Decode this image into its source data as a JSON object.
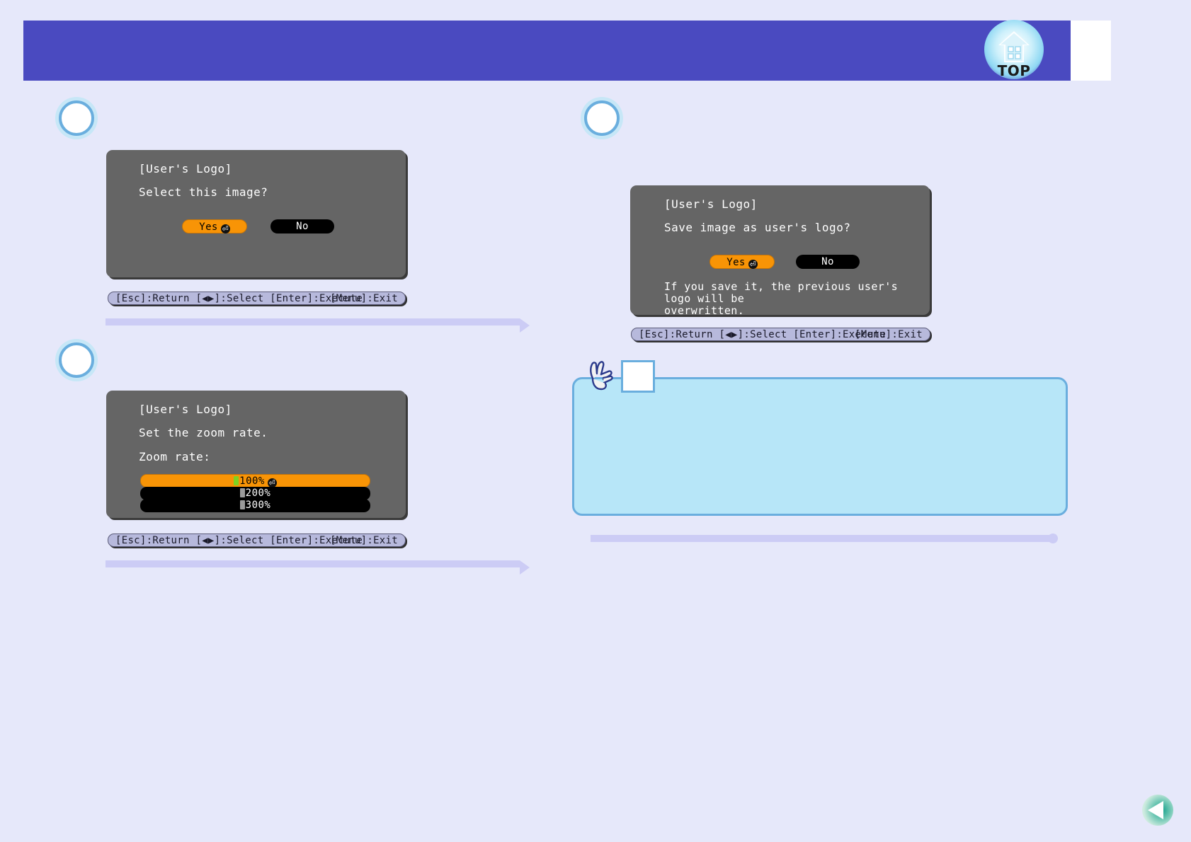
{
  "header": {
    "bar_color": "#4a4ac0",
    "top_badge": {
      "label": "TOP",
      "icon": "home-icon"
    }
  },
  "page_bg": "#e6e8fa",
  "steps": [
    {
      "id": "step-1",
      "dialog": {
        "title": "[User's Logo]",
        "message": "Select this image?",
        "buttons": [
          {
            "label": "Yes",
            "selected": true,
            "enter_hint": true
          },
          {
            "label": "No",
            "selected": false,
            "enter_hint": false
          }
        ]
      },
      "status_bar": {
        "left": "[Esc]:Return [◀▶]:Select [Enter]:Execute",
        "right": "[Menu]:Exit"
      }
    },
    {
      "id": "step-2",
      "dialog": {
        "title": "[User's Logo]",
        "message": "Set the zoom rate.",
        "field_label": "Zoom rate:",
        "options": [
          {
            "label": "100%",
            "selected": true,
            "enter_hint": true
          },
          {
            "label": "200%",
            "selected": false,
            "enter_hint": false
          },
          {
            "label": "300%",
            "selected": false,
            "enter_hint": false
          }
        ]
      },
      "status_bar": {
        "left": "[Esc]:Return [◀▶]:Select [Enter]:Execute",
        "right": "[Menu]:Exit"
      }
    },
    {
      "id": "step-3",
      "dialog": {
        "title": "[User's Logo]",
        "message": "Save image as user's logo?",
        "buttons": [
          {
            "label": "Yes",
            "selected": true,
            "enter_hint": true
          },
          {
            "label": "No",
            "selected": false,
            "enter_hint": false
          }
        ],
        "note": "If you save it, the previous user's logo will be\noverwritten."
      },
      "status_bar": {
        "left": "[Esc]:Return [◀▶]:Select [Enter]:Execute",
        "right": "[Menu]:Exit"
      }
    }
  ],
  "tip": {
    "badge_text": "",
    "body_text": "",
    "icon": "pointing-hand-icon",
    "fill_color": "#b7e6f8",
    "border_color": "#6aaede"
  },
  "nav": {
    "back_label": "",
    "icon": "back-arrow-icon"
  }
}
